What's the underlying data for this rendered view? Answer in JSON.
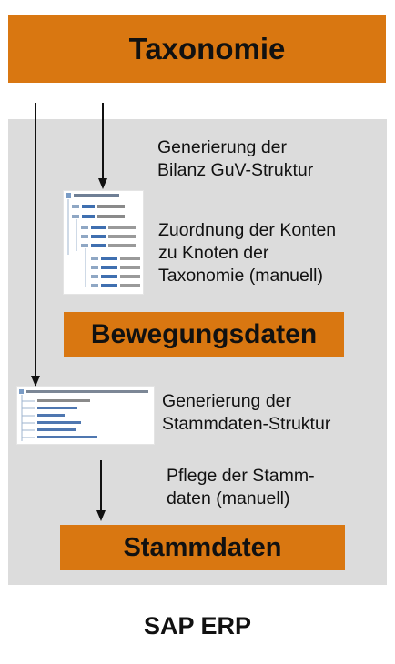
{
  "title_box": {
    "label": "Taxonomie"
  },
  "steps": {
    "gen_bilanz": "Generierung der\nBilanz GuV-Struktur",
    "zuordnung": "Zuordnung der Konten\nzu Knoten der\nTaxonomie (manuell)",
    "gen_stammdaten": "Generierung der\nStammdaten-Struktur",
    "pflege": "Pflege der Stamm-\ndaten (manuell)"
  },
  "boxes": {
    "bewegungsdaten": "Bewegungsdaten",
    "stammdaten": "Stammdaten"
  },
  "footer": {
    "label": "SAP ERP"
  },
  "colors": {
    "accent": "#d97711",
    "panel": "#dcdcdc",
    "text": "#111111"
  }
}
